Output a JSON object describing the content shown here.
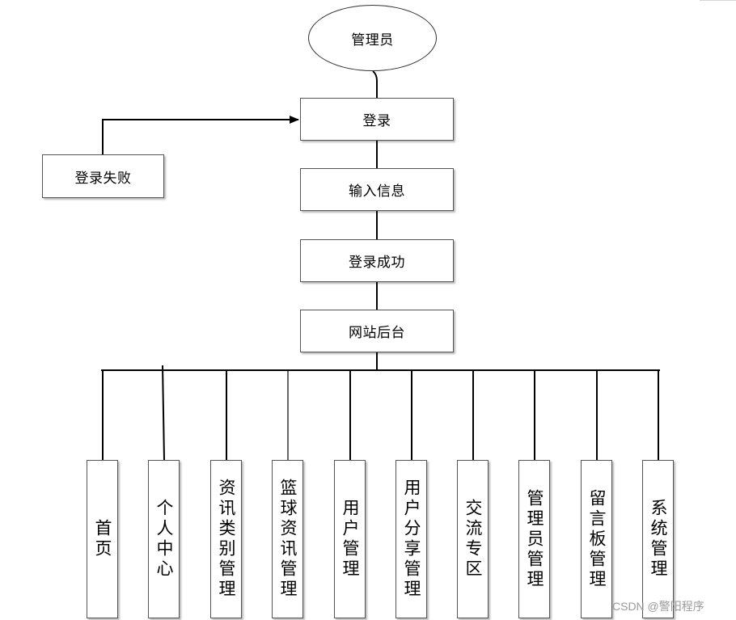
{
  "diagram": {
    "root": "管理员",
    "login": "登录",
    "login_fail": "登录失败",
    "input_info": "输入信息",
    "login_success": "登录成功",
    "backend": "网站后台",
    "modules": [
      "首页",
      "个人中心",
      "资讯类别管理",
      "篮球资讯管理",
      "用户管理",
      "用户分享管理",
      "交流专区",
      "管理员管理",
      "留言板管理",
      "系统管理"
    ]
  },
  "watermark": "CSDN @警阳程序"
}
